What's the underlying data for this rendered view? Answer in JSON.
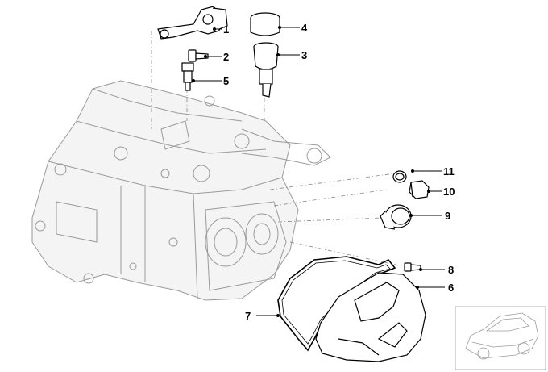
{
  "diagram": {
    "callouts": [
      {
        "id": "part-1",
        "label": "1"
      },
      {
        "id": "part-2",
        "label": "2"
      },
      {
        "id": "part-3",
        "label": "3"
      },
      {
        "id": "part-4",
        "label": "4"
      },
      {
        "id": "part-5",
        "label": "5"
      },
      {
        "id": "part-6",
        "label": "6"
      },
      {
        "id": "part-7",
        "label": "7"
      },
      {
        "id": "part-8",
        "label": "8"
      },
      {
        "id": "part-9",
        "label": "9"
      },
      {
        "id": "part-10",
        "label": "10"
      },
      {
        "id": "part-11",
        "label": "11"
      }
    ]
  },
  "colors": {
    "line": "#000000",
    "ghost": "#9a9a9a",
    "background": "#ffffff"
  }
}
